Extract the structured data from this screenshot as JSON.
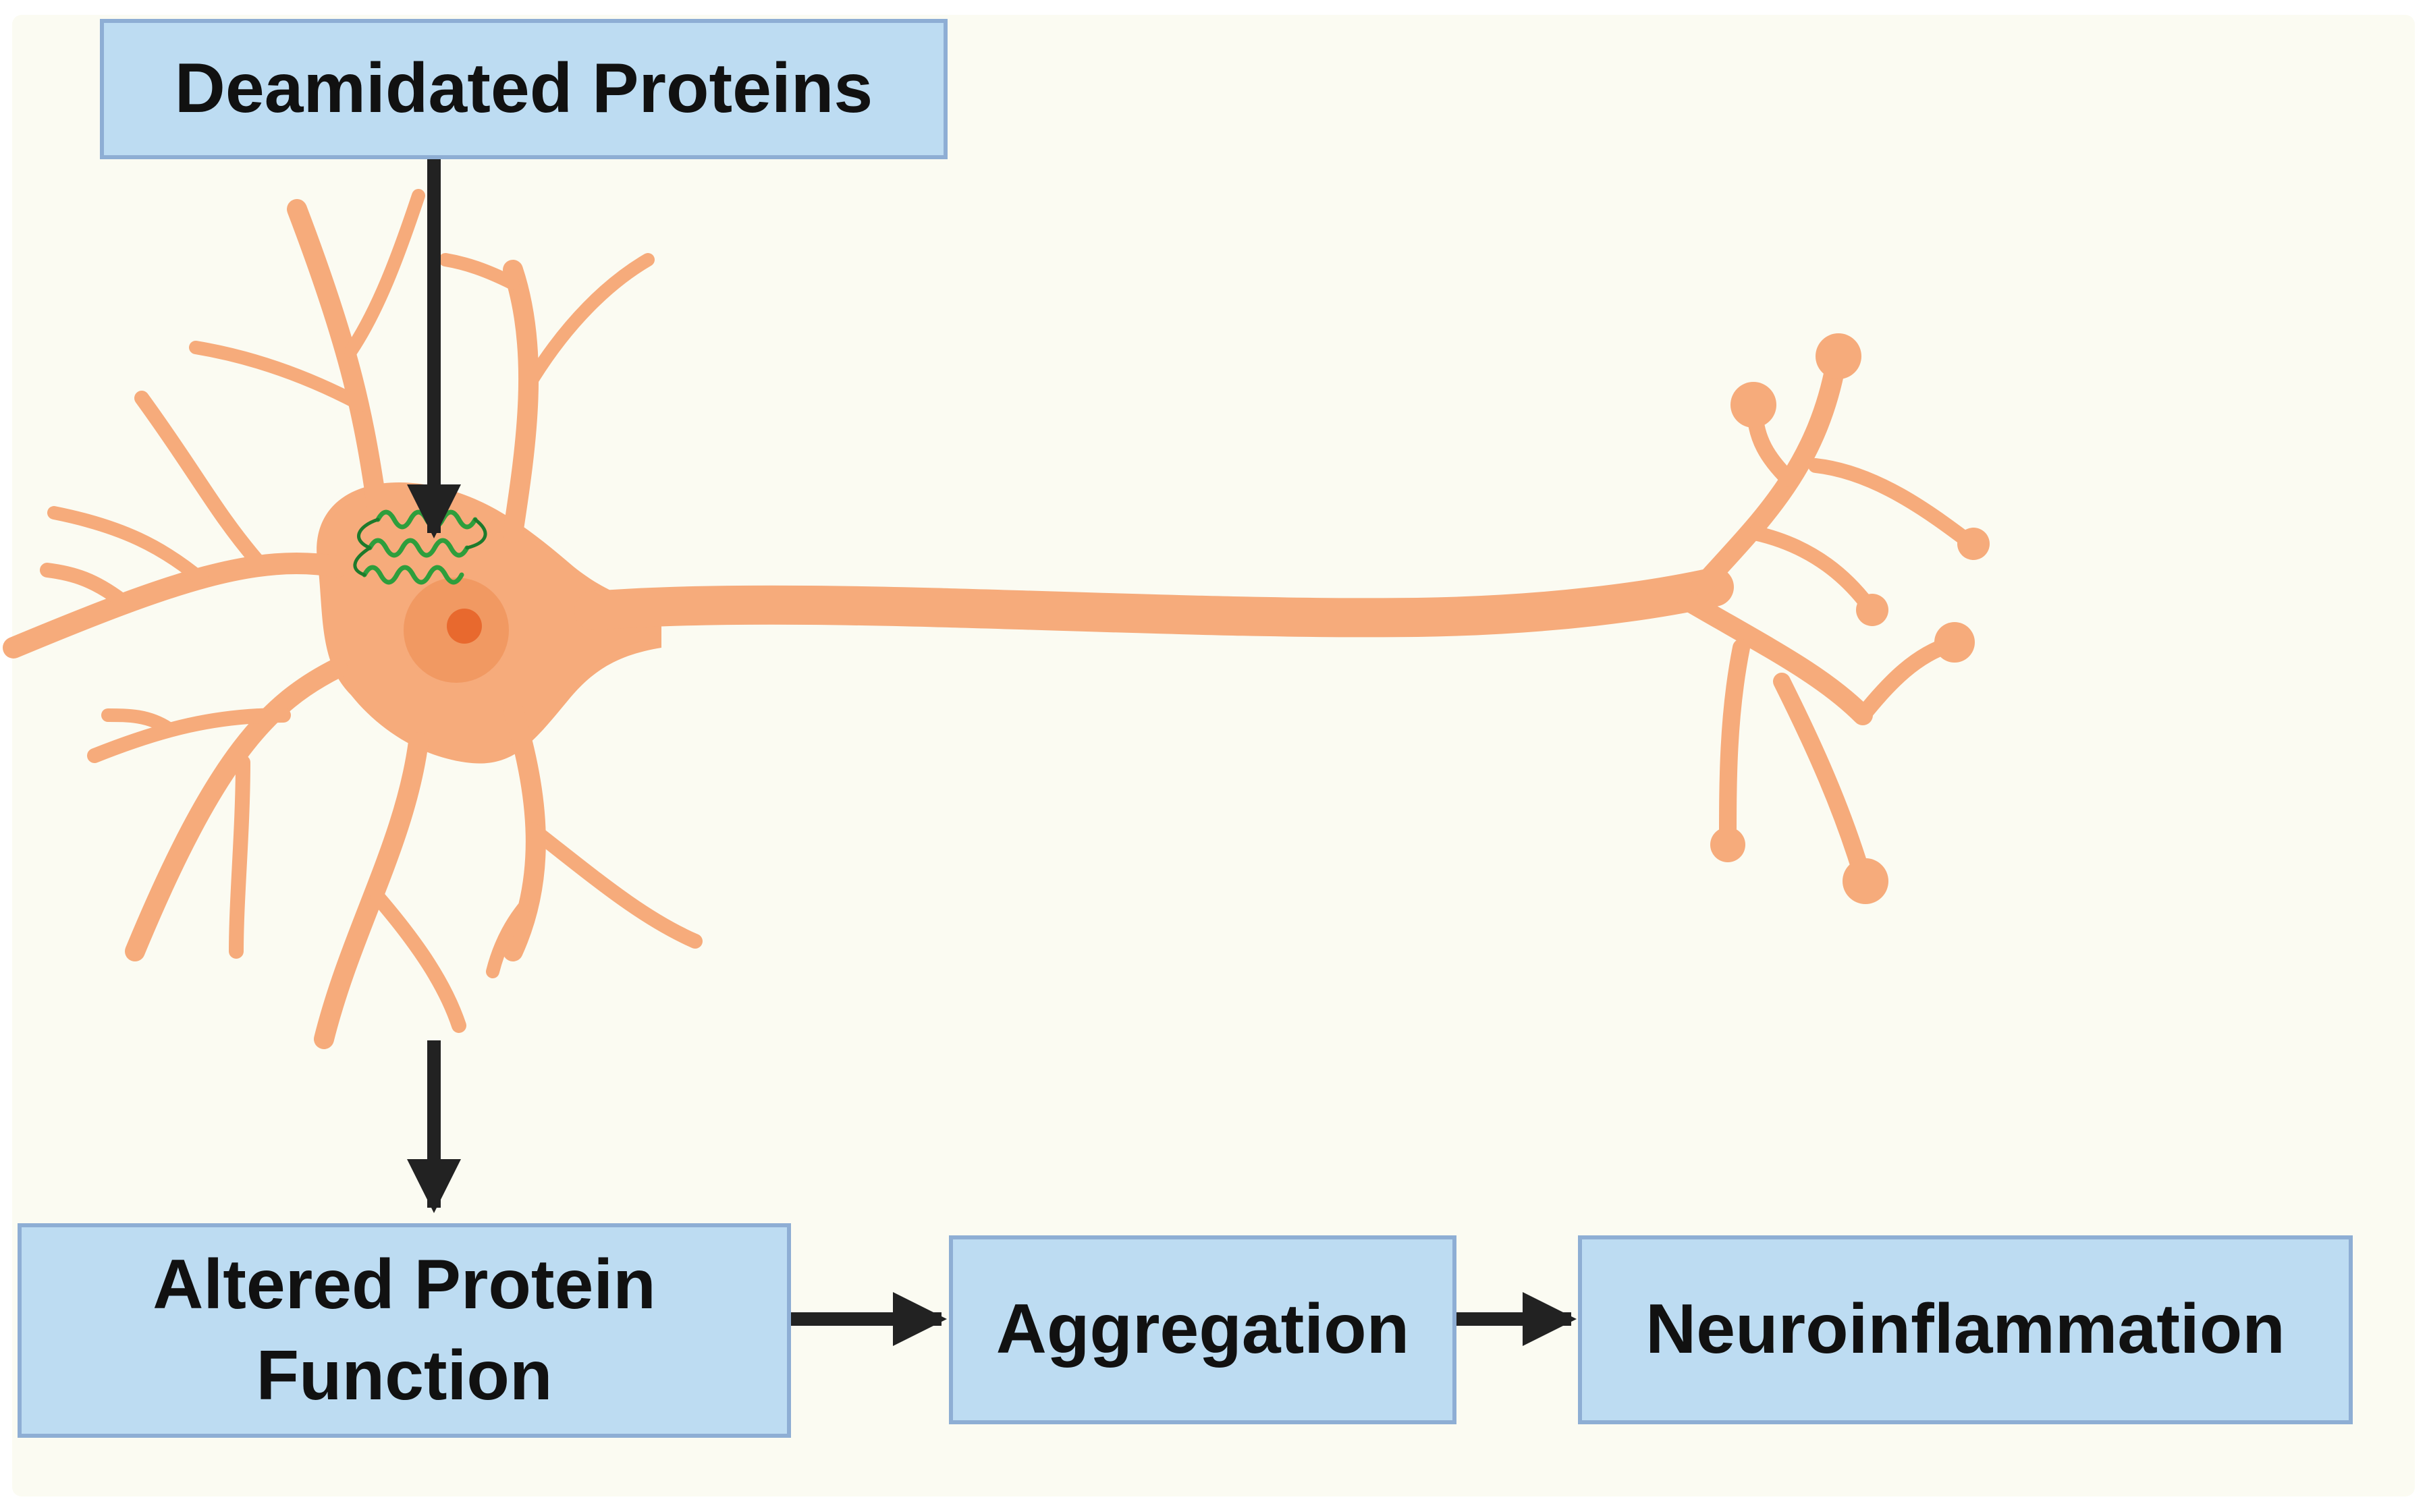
{
  "boxes": {
    "deamidated_proteins": "Deamidated Proteins",
    "altered_protein_function": "Altered Protein\nFunction",
    "aggregation": "Aggregation",
    "neuroinflammation": "Neuroinflammation"
  },
  "colors": {
    "background": "#fbfbf2",
    "box_fill": "#bddcf2",
    "box_border": "#8eaed4",
    "neuron": "#f6ab7b",
    "nucleus": "#f0955e",
    "nucleolus": "#e8692e",
    "protein": "#2e9e3c",
    "arrow": "#222222"
  },
  "icons": {
    "cell": "neuron-icon",
    "protein": "protein-helix-icon"
  }
}
